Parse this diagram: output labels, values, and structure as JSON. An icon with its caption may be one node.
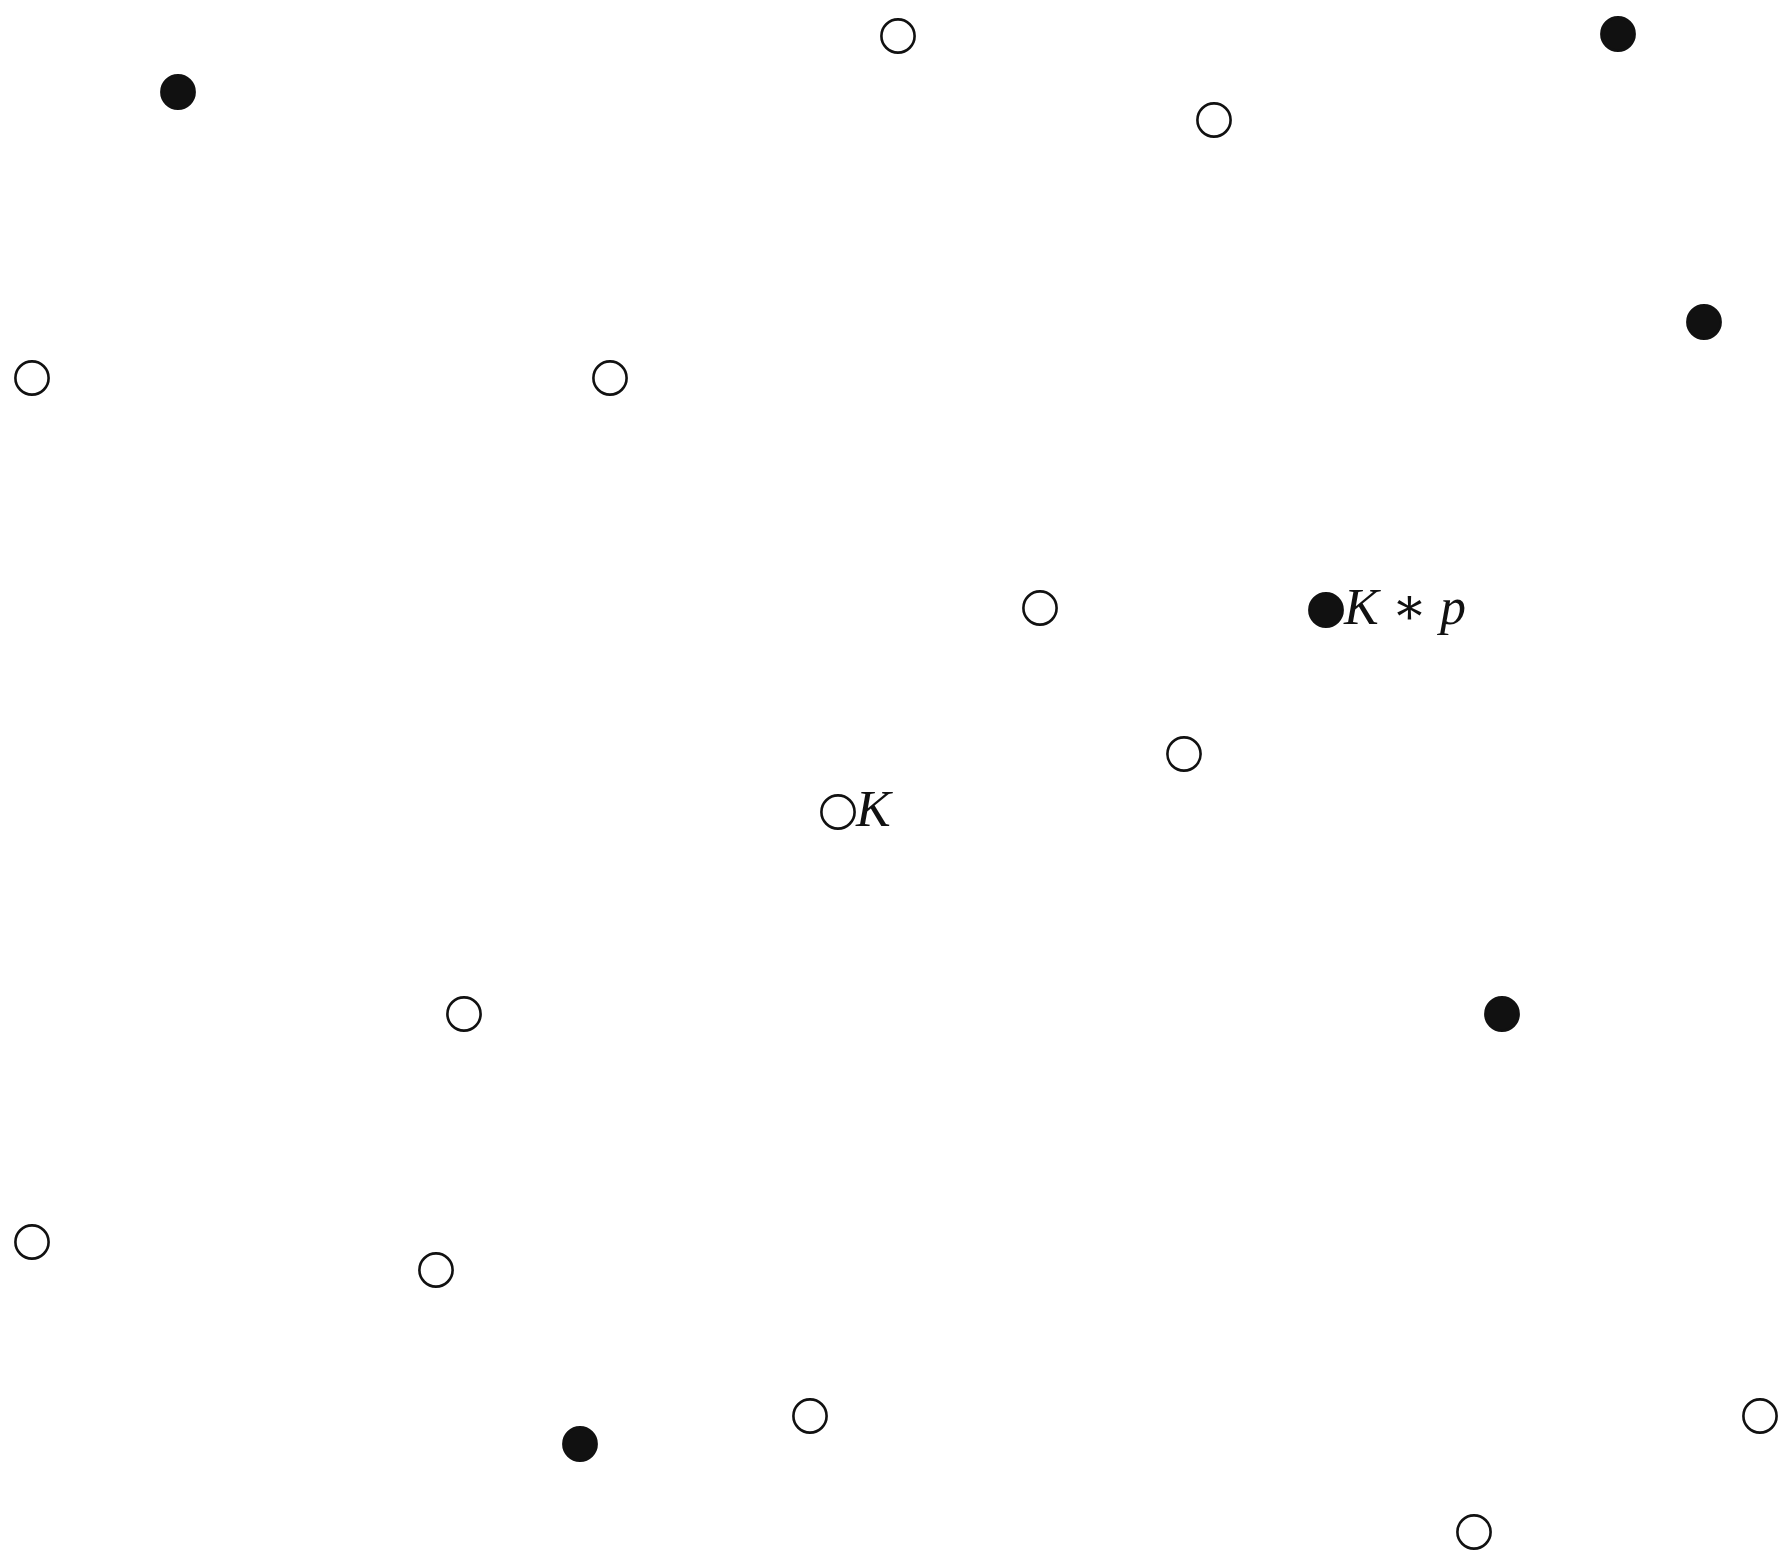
{
  "diagram": {
    "nodes": [
      {
        "text": [],
        "shape": "dot"
      },
      {
        "text": [],
        "shape": "circle"
      },
      {
        "text": [],
        "shape": "dot"
      },
      {
        "text": [],
        "shape": "circle"
      },
      {
        "text": [],
        "shape": "dot"
      },
      {
        "text": [],
        "shape": "circle"
      },
      {
        "text": [],
        "shape": "circle"
      },
      {
        "text": [],
        "shape": "circle"
      },
      {
        "text": [],
        "shape": "dot",
        "beside": [
          "K ∗ p"
        ]
      },
      {
        "text": [],
        "shape": "circle"
      },
      {
        "text": [],
        "shape": "circle",
        "beside": [
          "K"
        ]
      },
      {
        "text": [],
        "shape": "circle"
      },
      {
        "text": [],
        "shape": "dot"
      },
      {
        "text": [],
        "shape": "circle"
      },
      {
        "text": [],
        "shape": "circle"
      },
      {
        "text": [],
        "shape": "circle"
      },
      {
        "text": [],
        "shape": "circle"
      },
      {
        "text": [],
        "shape": "dot"
      },
      {
        "text": [],
        "shape": "circle"
      }
    ]
  }
}
